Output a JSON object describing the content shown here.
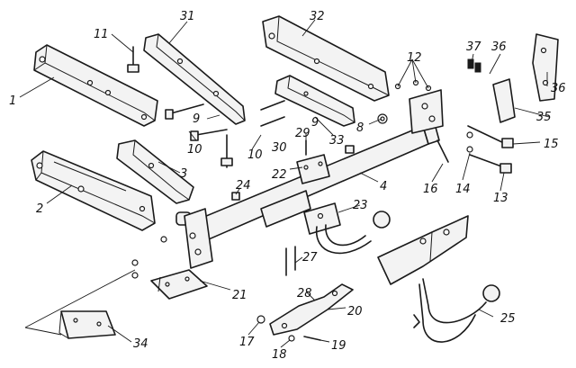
{
  "callouts": [
    {
      "id": "c1",
      "text": "1"
    },
    {
      "id": "c2",
      "text": "2"
    },
    {
      "id": "c3",
      "text": "3"
    },
    {
      "id": "c4",
      "text": "4"
    },
    {
      "id": "c8",
      "text": "8"
    },
    {
      "id": "c9a",
      "text": "9"
    },
    {
      "id": "c9b",
      "text": "9"
    },
    {
      "id": "c10a",
      "text": "10"
    },
    {
      "id": "c10b",
      "text": "10"
    },
    {
      "id": "c11",
      "text": "11"
    },
    {
      "id": "c12",
      "text": "12"
    },
    {
      "id": "c13",
      "text": "13"
    },
    {
      "id": "c14",
      "text": "14"
    },
    {
      "id": "c15",
      "text": "15"
    },
    {
      "id": "c16",
      "text": "16"
    },
    {
      "id": "c17",
      "text": "17"
    },
    {
      "id": "c18",
      "text": "18"
    },
    {
      "id": "c19",
      "text": "19"
    },
    {
      "id": "c20",
      "text": "20"
    },
    {
      "id": "c21",
      "text": "21"
    },
    {
      "id": "c22",
      "text": "22"
    },
    {
      "id": "c23",
      "text": "23"
    },
    {
      "id": "c24",
      "text": "24"
    },
    {
      "id": "c25",
      "text": "25"
    },
    {
      "id": "c27",
      "text": "27"
    },
    {
      "id": "c28",
      "text": "28"
    },
    {
      "id": "c29",
      "text": "29"
    },
    {
      "id": "c30",
      "text": "30"
    },
    {
      "id": "c31",
      "text": "31"
    },
    {
      "id": "c32",
      "text": "32"
    },
    {
      "id": "c33",
      "text": "33"
    },
    {
      "id": "c34",
      "text": "34"
    },
    {
      "id": "c35",
      "text": "35"
    },
    {
      "id": "c36a",
      "text": "36"
    },
    {
      "id": "c36b",
      "text": "36"
    },
    {
      "id": "c37",
      "text": "37"
    }
  ]
}
